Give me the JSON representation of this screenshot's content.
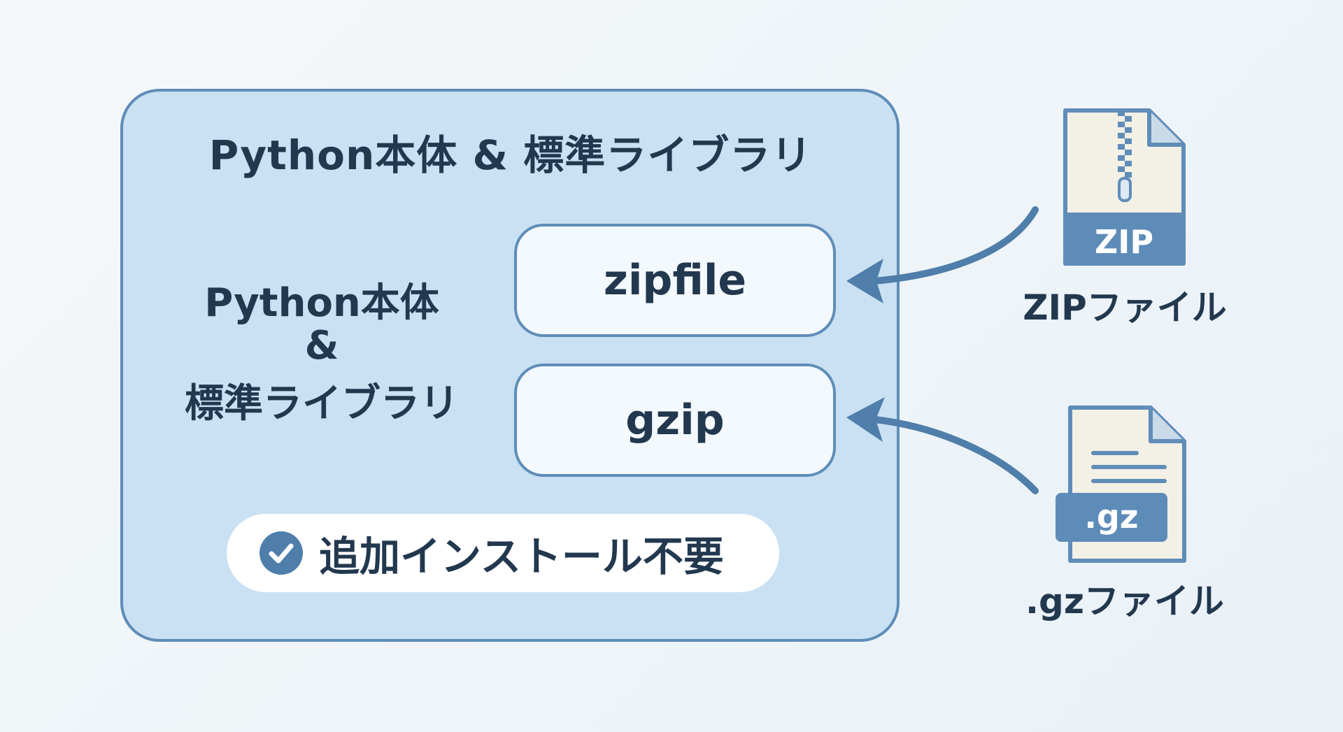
{
  "panel": {
    "title": "Python本体 & 標準ライブラリ",
    "side_label": {
      "line1": "Python本体",
      "line2": "&",
      "line3": "標準ライブラリ"
    },
    "modules": [
      {
        "label": "zipfile"
      },
      {
        "label": "gzip"
      }
    ],
    "badge": {
      "icon": "check-circle-icon",
      "text": "追加インストール不要"
    }
  },
  "files": [
    {
      "icon": "zip-file-icon",
      "icon_text": "ZIP",
      "label": "ZIPファイル"
    },
    {
      "icon": "gz-file-icon",
      "icon_text": ".gz",
      "label": ".gzファイル"
    }
  ],
  "colors": {
    "panel_fill": "#c9e1f2",
    "panel_border": "#5f8db8",
    "text": "#22384f",
    "accent": "#4f7eaa"
  }
}
